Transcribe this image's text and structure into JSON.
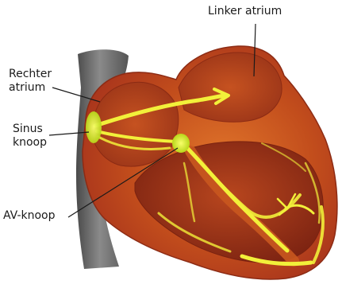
{
  "labels": {
    "linker_atrium": "Linker atrium",
    "rechter_atrium": "Rechter\natrium",
    "sinus_knoop": "Sinus\nknoop",
    "av_knoop": "AV-knoop"
  },
  "colors": {
    "vessel": "#6f6f6f",
    "vessel_dark": "#4a4a4a",
    "heart_outer": "#a8341c",
    "heart_mid": "#c9541e",
    "heart_inner": "#8f2a14",
    "conduction": "#f2f03a",
    "conduction_glow": "#d6e021",
    "leader_line": "#1a1a1a"
  }
}
